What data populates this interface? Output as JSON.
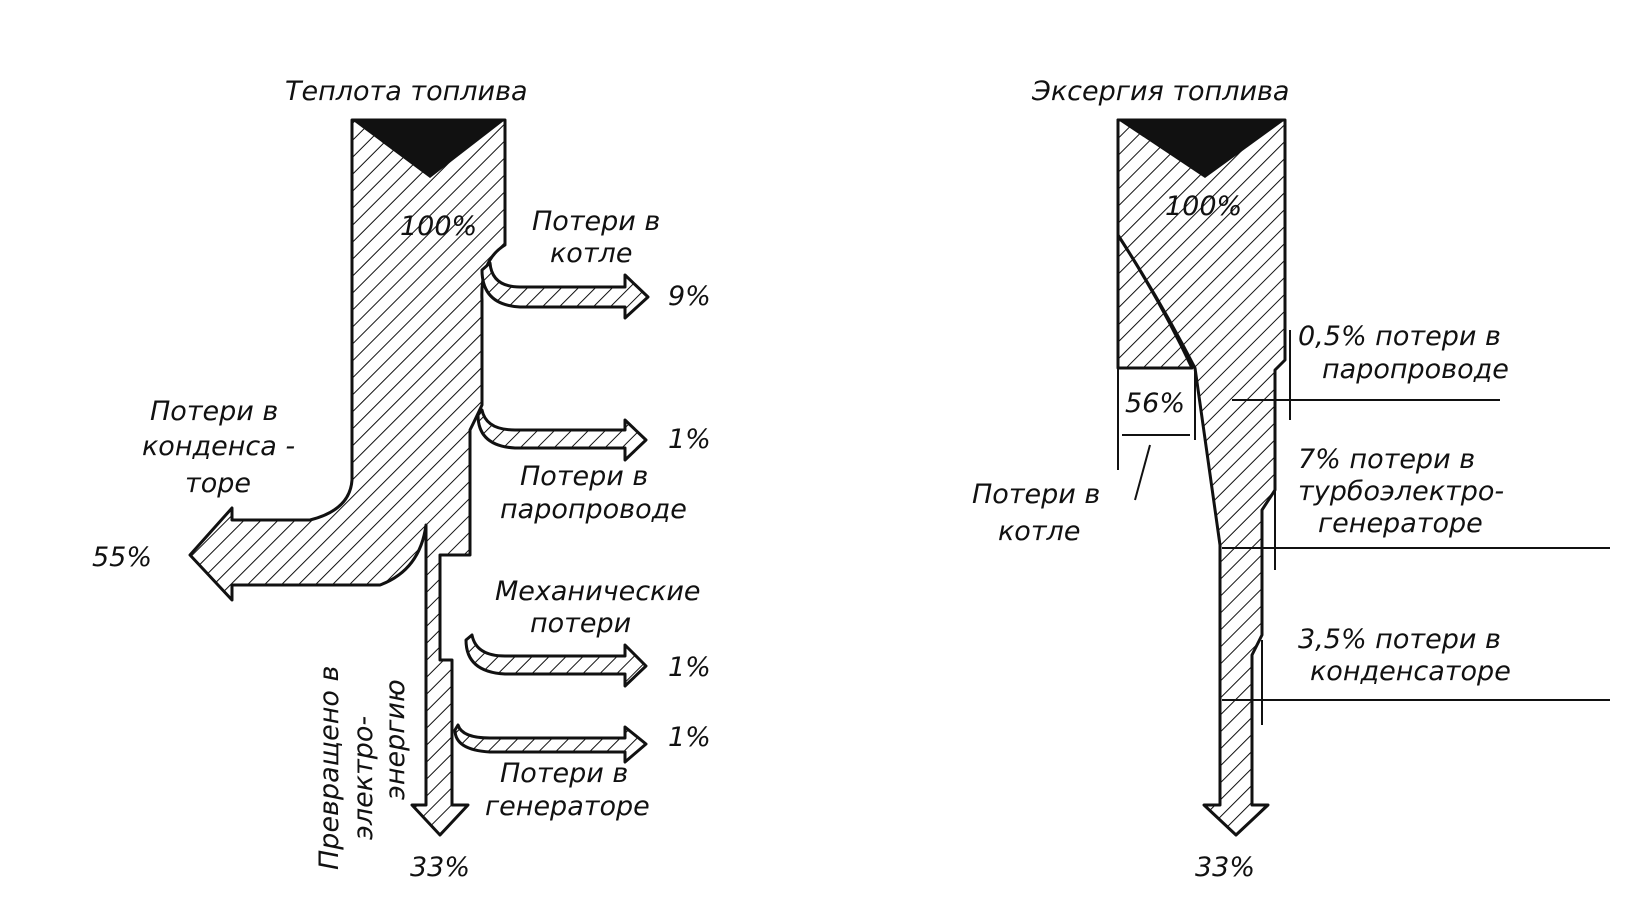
{
  "colors": {
    "ink": "#111111",
    "paper": "#ffffff"
  },
  "left_diagram": {
    "title": "Теплота топлива",
    "total": "100%",
    "boiler_loss": {
      "label_line1": "Потери в",
      "label_line2": "котле",
      "value": "9%"
    },
    "steamline_loss": {
      "label_line1": "Потери в",
      "label_line2": "паропроводе",
      "value": "1%"
    },
    "condenser_loss": {
      "label_line1": "Потери в",
      "label_line2": "конденса -",
      "label_line3": "торе",
      "value": "55%"
    },
    "mechanical_loss": {
      "label_line1": "Механические",
      "label_line2": "потери",
      "value": "1%"
    },
    "generator_loss": {
      "label_line1": "Потери в",
      "label_line2": "генераторе",
      "value": "1%"
    },
    "electric_output": {
      "label_line1": "Превращено в",
      "label_line2": "электро-",
      "label_line3": "энергию",
      "value": "33%"
    }
  },
  "right_diagram": {
    "title": "Эксергия топлива",
    "total": "100%",
    "boiler_loss": {
      "label_line1": "Потери в",
      "label_line2": "котле",
      "value": "56%"
    },
    "steamline_loss": {
      "line1": "0,5% потери в",
      "line2": "паропроводе"
    },
    "turbogenerator_loss": {
      "line1": "7% потери в",
      "line2": "турбоэлектро-",
      "line3": "генераторе"
    },
    "condenser_loss": {
      "line1": "3,5% потери в",
      "line2": "конденсаторе"
    },
    "output_value": "33%"
  }
}
